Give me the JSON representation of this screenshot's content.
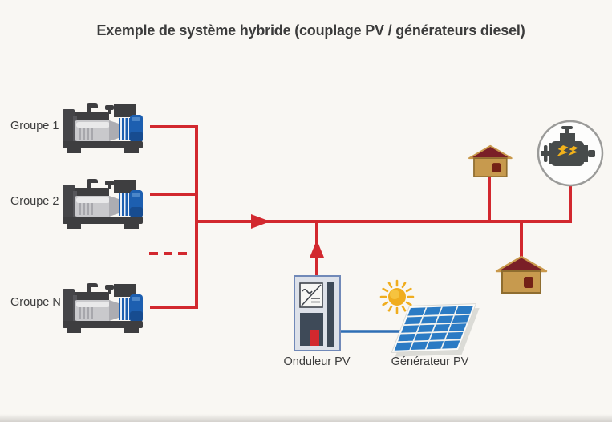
{
  "title": "Exemple de système hybride (couplage PV / générateurs diesel)",
  "generators": [
    {
      "label": "Groupe 1"
    },
    {
      "label": "Groupe 2"
    },
    {
      "label": "Groupe N"
    }
  ],
  "generators_ellipsis": "dashed line between Groupe 2 and Groupe N (further groups implied)",
  "inverter": {
    "label": "Onduleur PV"
  },
  "pv_generator": {
    "label": "Générateur PV"
  },
  "loads": {
    "houses_count": 2,
    "engine_badge_count": 1
  },
  "colors": {
    "ac_line_red": "#D2282E",
    "dc_line_blue": "#2F6FB5",
    "text_dark": "#3C3C3C",
    "paper_background": "#F9F7F3",
    "house_roof_maroon": "#7A1F27",
    "house_body_tan": "#C79A4E",
    "panel_cell_blue": "#2B7BC4",
    "sun_yellow": "#F0AD1E",
    "engine_dark_gray": "#474B4B",
    "lightning_yellow": "#F2B21B",
    "alternator_blue": "#1D5FB0"
  },
  "icons": {
    "diesel_genset": "diesel-generator-icon",
    "house": "house-icon",
    "engine_circle": "combustion-engine-icon",
    "sun": "sun-icon",
    "solar_panel": "solar-panel-icon",
    "inverter_box": "inverter-icon"
  }
}
